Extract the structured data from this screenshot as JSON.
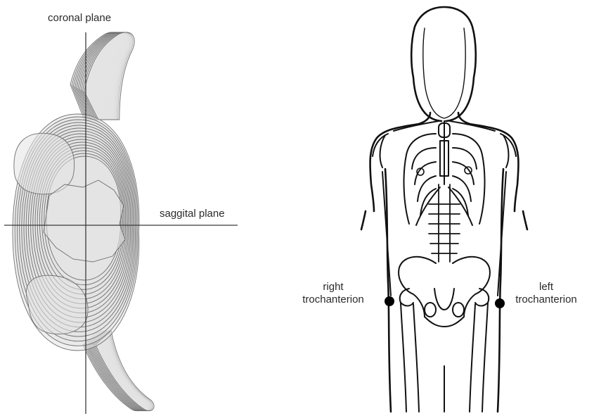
{
  "left_panel": {
    "coronal_label": "coronal plane",
    "sagittal_label": "saggital plane"
  },
  "right_panel": {
    "right_landmark": {
      "line1": "right",
      "line2": "trochanterion"
    },
    "left_landmark": {
      "line1": "left",
      "line2": "trochanterion"
    }
  },
  "colors": {
    "contour_fill": "#e4e4e4",
    "contour_stroke": "#6f6f6f",
    "axis": "#3a3a3a",
    "outline": "#111111",
    "landmark_dot": "#000000"
  }
}
